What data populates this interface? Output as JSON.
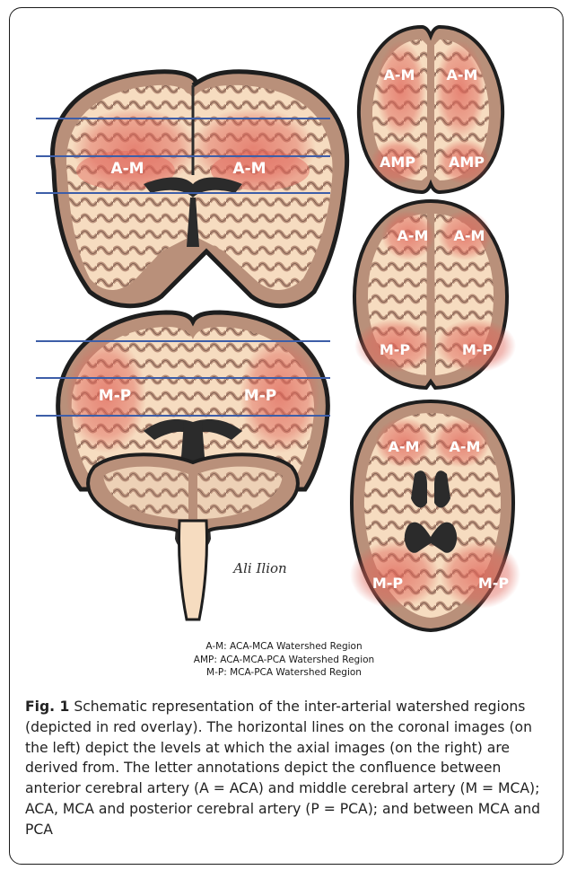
{
  "figure": {
    "labels": {
      "coronal_top_left": "A-M",
      "coronal_top_right": "A-M",
      "coronal_bottom_left": "M-P",
      "coronal_bottom_right": "M-P",
      "axial1_tl": "A-M",
      "axial1_tr": "A-M",
      "axial1_bl": "AMP",
      "axial1_br": "AMP",
      "axial2_tl": "A-M",
      "axial2_tr": "A-M",
      "axial2_bl": "M-P",
      "axial2_br": "M-P",
      "axial3_tl": "A-M",
      "axial3_tr": "A-M",
      "axial3_bl": "M-P",
      "axial3_br": "M-P"
    },
    "signature": "Ali Ilion "
  },
  "legend": [
    "A-M: ACA-MCA Watershed Region",
    "AMP: ACA-MCA-PCA Watershed Region",
    "M-P: MCA-PCA Watershed Region"
  ],
  "caption": {
    "label": "Fig. 1",
    "text": " Schematic representation of the inter-arterial watershed regions (depicted in red overlay). The horizontal lines on the coronal images (on the left) depict the levels at which the axial images (on the right) are derived from. The letter annotations depict the confluence between anterior cerebral artery (A = ACA) and middle cerebral artery (M = MCA); ACA, MCA and posterior cerebral artery (P = PCA); and between MCA and PCA"
  },
  "colors": {
    "white_matter": "#f6dcc0",
    "gray_matter": "#b9907a",
    "outline": "#2a2a2a",
    "watershed": "#e0665a",
    "level_lines": "#3d5ea8",
    "ventricle": "#2b2b2b"
  }
}
